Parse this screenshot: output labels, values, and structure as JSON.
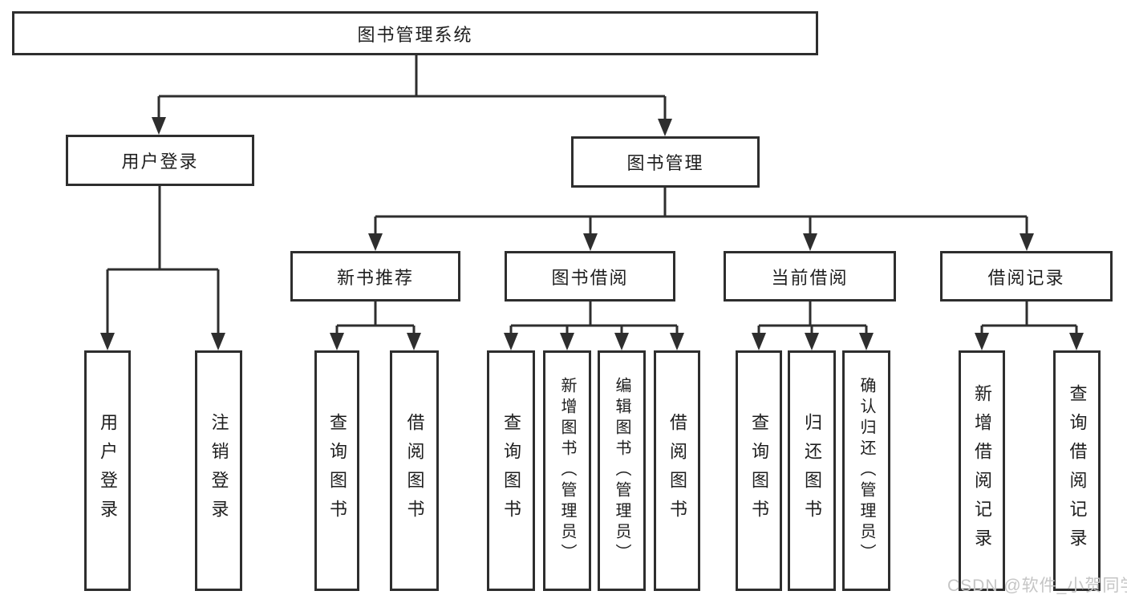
{
  "tree": {
    "root": {
      "label": "图书管理系统"
    },
    "branches": [
      {
        "label": "用户登录",
        "leaves": [
          {
            "label": "用户登录"
          },
          {
            "label": "注销登录"
          }
        ]
      },
      {
        "label": "图书管理",
        "groups": [
          {
            "label": "新书推荐",
            "leaves": [
              {
                "label": "查询图书"
              },
              {
                "label": "借阅图书"
              }
            ]
          },
          {
            "label": "图书借阅",
            "leaves": [
              {
                "label": "查询图书"
              },
              {
                "label": "新增图书（管理员）"
              },
              {
                "label": "编辑图书（管理员）"
              },
              {
                "label": "借阅图书"
              }
            ]
          },
          {
            "label": "当前借阅",
            "leaves": [
              {
                "label": "查询图书"
              },
              {
                "label": "归还图书"
              },
              {
                "label": "确认归还（管理员）"
              }
            ]
          },
          {
            "label": "借阅记录",
            "leaves": [
              {
                "label": "新增借阅记录"
              },
              {
                "label": "查询借阅记录"
              }
            ]
          }
        ]
      }
    ]
  },
  "watermark": {
    "text": "CSDN @软件_小贺同学"
  },
  "colors": {
    "line": "#2e2e2e",
    "text": "#1e1e1e",
    "background": "#ffffff",
    "watermark": "#c5c5c5"
  }
}
